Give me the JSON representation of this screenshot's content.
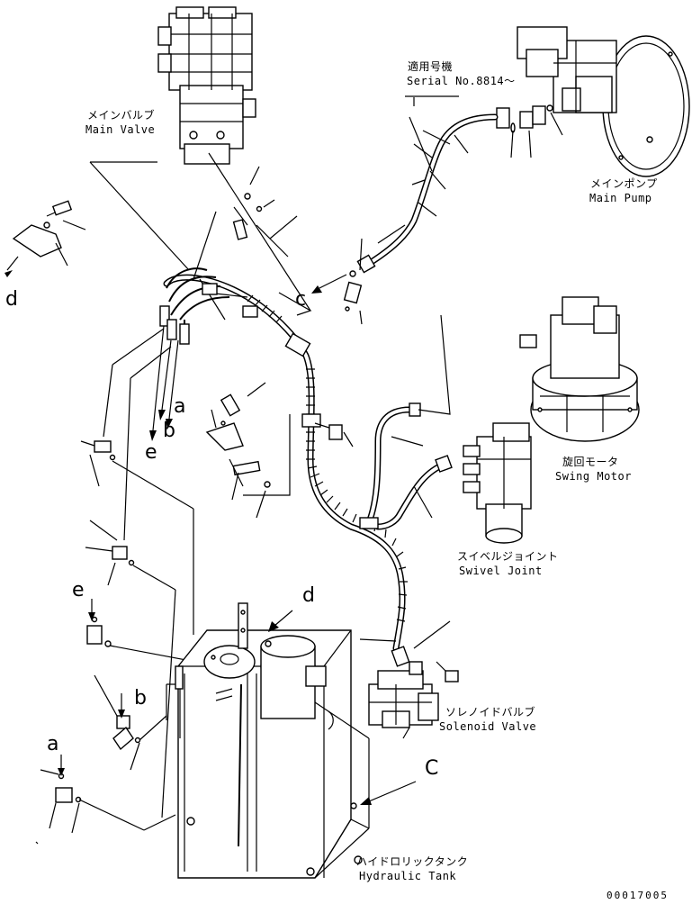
{
  "labels": {
    "main_valve_jp": "メインバルブ",
    "main_valve_en": "Main Valve",
    "serial_jp": "適用号機",
    "serial_en": "Serial No.8814～",
    "main_pump_jp": "メインポンプ",
    "main_pump_en": "Main Pump",
    "swing_motor_jp": "旋回モータ",
    "swing_motor_en": "Swing Motor",
    "swivel_jp": "スイベルジョイント",
    "swivel_en": "Swivel Joint",
    "solenoid_jp": "ソレノイドバルブ",
    "solenoid_en": "Solenoid Valve",
    "tank_jp": "ハイドロリックタンク",
    "tank_en": "Hydraulic Tank"
  },
  "callouts": {
    "d_left": "d",
    "c_center": "c",
    "a_mid": "a",
    "b_mid": "b",
    "e_mid": "e",
    "e_left": "e",
    "b_left": "b",
    "a_left": "a",
    "d_tank": "d",
    "c_right": "C"
  },
  "drawing_number": "00017005"
}
